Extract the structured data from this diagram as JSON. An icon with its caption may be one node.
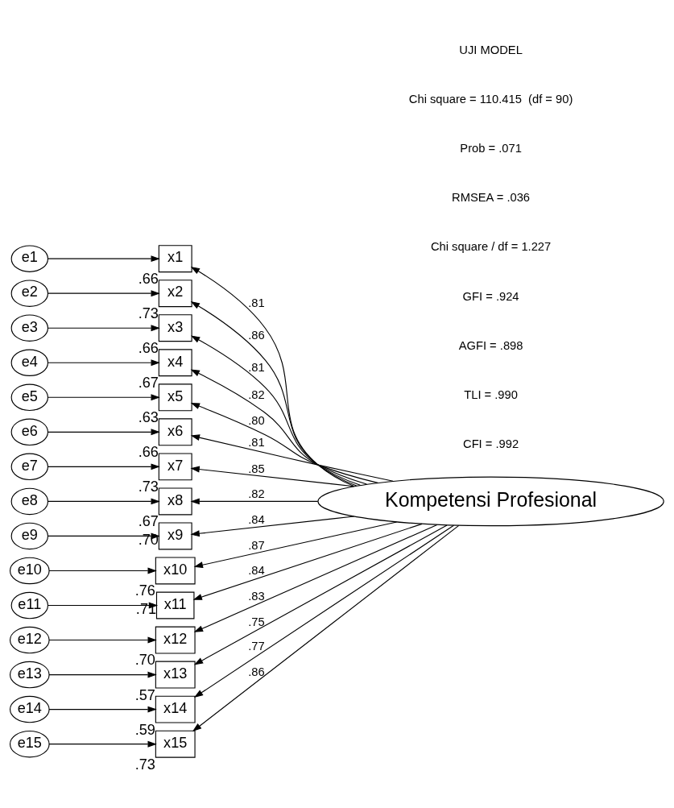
{
  "diagram": {
    "nodes": [
      {
        "text": [
          "e1"
        ]
      },
      {
        "text": [
          "e2"
        ]
      },
      {
        "text": [
          "e3"
        ]
      },
      {
        "text": [
          "e4"
        ]
      },
      {
        "text": [
          "e5"
        ]
      },
      {
        "text": [
          "e6"
        ]
      },
      {
        "text": [
          "e7"
        ]
      },
      {
        "text": [
          "e8"
        ]
      },
      {
        "text": [
          "e9"
        ]
      },
      {
        "text": [
          "e10"
        ]
      },
      {
        "text": [
          "e11"
        ]
      },
      {
        "text": [
          "e12"
        ]
      },
      {
        "text": [
          "e13"
        ]
      },
      {
        "text": [
          "e14"
        ]
      },
      {
        "text": [
          "e15"
        ]
      },
      {
        "text": [
          "x1"
        ],
        "beside": [
          ".66"
        ]
      },
      {
        "text": [
          "x2"
        ],
        "beside": [
          ".73"
        ]
      },
      {
        "text": [
          "x3"
        ],
        "beside": [
          ".66"
        ]
      },
      {
        "text": [
          "x4"
        ],
        "beside": [
          ".67"
        ]
      },
      {
        "text": [
          "x5"
        ],
        "beside": [
          ".63"
        ]
      },
      {
        "text": [
          "x6"
        ],
        "beside": [
          ".66"
        ]
      },
      {
        "text": [
          "x7"
        ],
        "beside": [
          ".73"
        ]
      },
      {
        "text": [
          "x8"
        ],
        "beside": [
          ".67"
        ]
      },
      {
        "text": [
          "x9"
        ],
        "beside": [
          ".70"
        ]
      },
      {
        "text": [
          "x10"
        ],
        "beside": [
          ".76"
        ]
      },
      {
        "text": [
          "x11"
        ],
        "beside": [
          ".71"
        ]
      },
      {
        "text": [
          "x12"
        ],
        "beside": [
          ".70"
        ]
      },
      {
        "text": [
          "x13"
        ],
        "beside": [
          ".57"
        ]
      },
      {
        "text": [
          "x14"
        ],
        "beside": [
          ".59"
        ]
      },
      {
        "text": [
          "x15"
        ],
        "beside": [
          ".73"
        ]
      },
      {
        "text": [
          "Kompetensi Profesional"
        ]
      }
    ],
    "edges": [
      {
        "from": 0,
        "to": 15,
        "arrow": "to"
      },
      {
        "from": 1,
        "to": 16,
        "arrow": "to"
      },
      {
        "from": 2,
        "to": 17,
        "arrow": "to"
      },
      {
        "from": 3,
        "to": 18,
        "arrow": "to"
      },
      {
        "from": 4,
        "to": 19,
        "arrow": "to"
      },
      {
        "from": 5,
        "to": 20,
        "arrow": "to"
      },
      {
        "from": 6,
        "to": 21,
        "arrow": "to"
      },
      {
        "from": 7,
        "to": 22,
        "arrow": "to"
      },
      {
        "from": 8,
        "to": 23,
        "arrow": "to"
      },
      {
        "from": 9,
        "to": 24,
        "arrow": "to"
      },
      {
        "from": 10,
        "to": 25,
        "arrow": "to"
      },
      {
        "from": 11,
        "to": 26,
        "arrow": "to"
      },
      {
        "from": 12,
        "to": 27,
        "arrow": "to"
      },
      {
        "from": 13,
        "to": 28,
        "arrow": "to"
      },
      {
        "from": 14,
        "to": 29,
        "arrow": "to"
      },
      {
        "from": 30,
        "to": 15,
        "arrow": "to",
        "label": ".81"
      },
      {
        "from": 30,
        "to": 16,
        "arrow": "to",
        "label": ".86"
      },
      {
        "from": 30,
        "to": 17,
        "arrow": "to",
        "label": ".81"
      },
      {
        "from": 30,
        "to": 18,
        "arrow": "to",
        "label": ".82"
      },
      {
        "from": 30,
        "to": 19,
        "arrow": "to",
        "label": ".80"
      },
      {
        "from": 30,
        "to": 20,
        "arrow": "to",
        "label": ".81"
      },
      {
        "from": 30,
        "to": 21,
        "arrow": "to",
        "label": ".85"
      },
      {
        "from": 30,
        "to": 22,
        "arrow": "to",
        "label": ".82"
      },
      {
        "from": 30,
        "to": 23,
        "arrow": "to",
        "label": ".84"
      },
      {
        "from": 30,
        "to": 24,
        "arrow": "to",
        "label": ".87"
      },
      {
        "from": 30,
        "to": 25,
        "arrow": "to",
        "label": ".84"
      },
      {
        "from": 30,
        "to": 26,
        "arrow": "to",
        "label": ".83"
      },
      {
        "from": 30,
        "to": 27,
        "arrow": "to",
        "label": ".75"
      },
      {
        "from": 30,
        "to": 28,
        "arrow": "to",
        "label": ".77"
      },
      {
        "from": 30,
        "to": 29,
        "arrow": "to",
        "label": ".86"
      }
    ],
    "labels": [
      "UJI MODEL",
      "Chi square = 110.415  (df = 90)",
      "Prob = .071",
      "RMSEA = .036",
      "Chi square / df = 1.227",
      "GFI = .924",
      "AGFI = .898",
      "TLI = .990",
      "CFI = .992"
    ]
  }
}
